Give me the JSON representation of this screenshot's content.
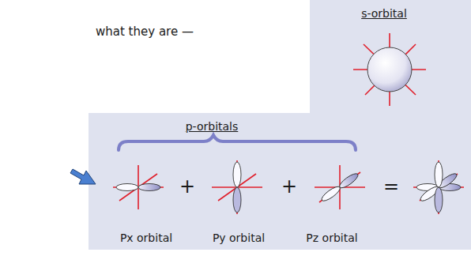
{
  "diagram": {
    "labels": [
      "what they are —",
      "s-orbital",
      "p-orbitals",
      "+",
      "+",
      "=",
      "Px orbital",
      "Py orbital",
      "Pz orbital"
    ]
  }
}
